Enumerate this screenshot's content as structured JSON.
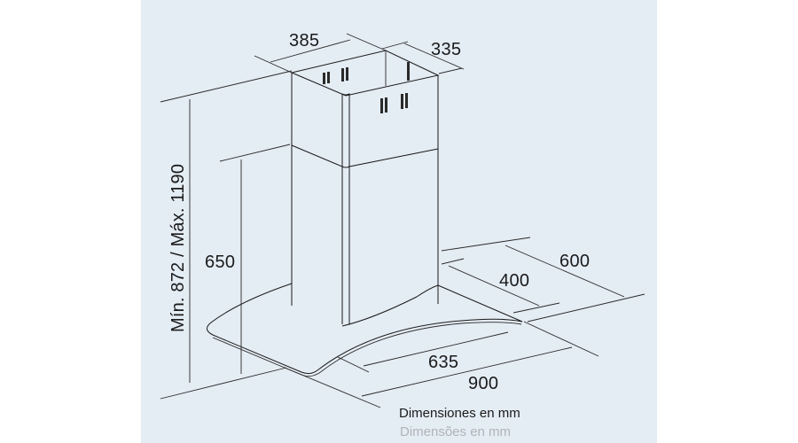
{
  "dimensions": {
    "chimney_width": "385",
    "chimney_depth": "335",
    "total_height": "Mín. 872 / Máx. 1190",
    "body_height": "650",
    "total_depth": "600",
    "glass_depth": "400",
    "glass_width": "635",
    "total_width": "900"
  },
  "captions": {
    "spanish": "Dimensiones en mm",
    "portuguese": "Dimensões en mm"
  },
  "colors": {
    "panel": "#e4ecf4",
    "line": "#1a1a1a",
    "caption_secondary": "#b0b4b8"
  }
}
